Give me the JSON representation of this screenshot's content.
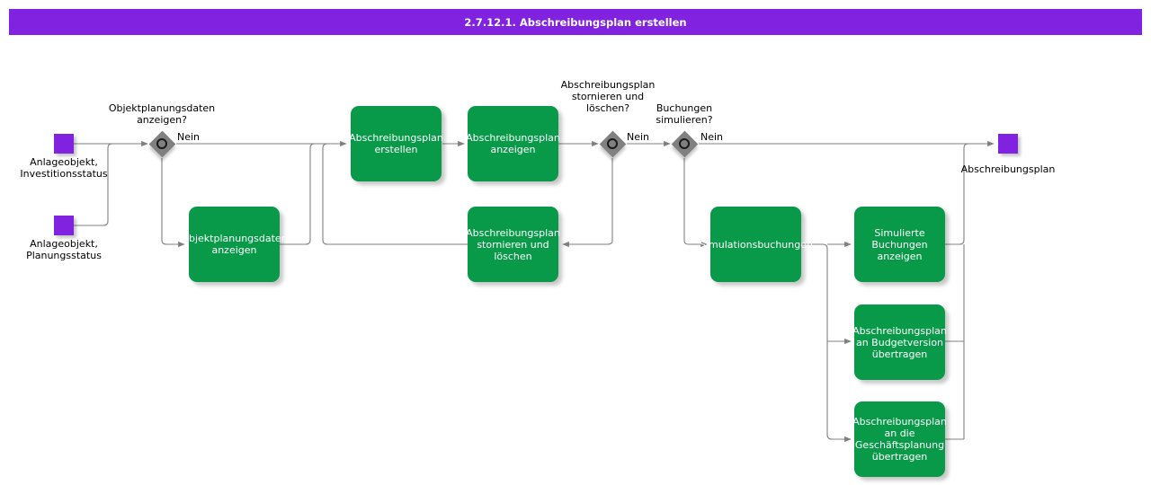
{
  "header": {
    "title": "2.7.12.1. Abschreibungsplan erstellen",
    "bar_color": "#8122e0"
  },
  "colors": {
    "accent_purple": "#8122e0",
    "task_green": "#089949",
    "gateway_grey": "#808080",
    "connector_grey": "#808080",
    "text_on_task": "#ffffff",
    "text_default": "#000000"
  },
  "diagram": {
    "type": "bpmn-flowchart",
    "start_events": [
      {
        "id": "start1",
        "label": "Anlageobjekt,\nInvestitionsstatus",
        "icon": "start-event-square"
      },
      {
        "id": "start2",
        "label": "Anlageobjekt,\nPlanungsstatus",
        "icon": "start-event-square"
      }
    ],
    "end_events": [
      {
        "id": "end1",
        "label": "Abschreibungsplan",
        "icon": "end-event-square"
      }
    ],
    "gateways": [
      {
        "id": "gw1",
        "label": "Objektplanungsdaten\nanzeigen?",
        "branch_label": "Nein",
        "icon": "gateway-diamond"
      },
      {
        "id": "gw2",
        "label": "Abschreibungsplan\nstornieren und\nlöschen?",
        "branch_label": "Nein",
        "icon": "gateway-diamond"
      },
      {
        "id": "gw3",
        "label": "Buchungen\nsimulieren?",
        "branch_label": "Nein",
        "icon": "gateway-diamond"
      }
    ],
    "tasks": [
      {
        "id": "t1",
        "label": "Objektplanungsdaten\nanzeigen"
      },
      {
        "id": "t2",
        "label": "Abschreibungsplan\nerstellen"
      },
      {
        "id": "t3",
        "label": "Abschreibungsplan\nanzeigen"
      },
      {
        "id": "t4",
        "label": "Abschreibungsplan\nstornieren und\nlöschen"
      },
      {
        "id": "t5",
        "label": "Simulationsbuchungen"
      },
      {
        "id": "t6",
        "label": "Simulierte\nBuchungen\nanzeigen"
      },
      {
        "id": "t7",
        "label": "Abschreibungsplan\nan Budgetversion\nübertragen"
      },
      {
        "id": "t8",
        "label": "Abschreibungsplan\nan die\nGeschäftsplanung\nübertragen"
      }
    ]
  }
}
